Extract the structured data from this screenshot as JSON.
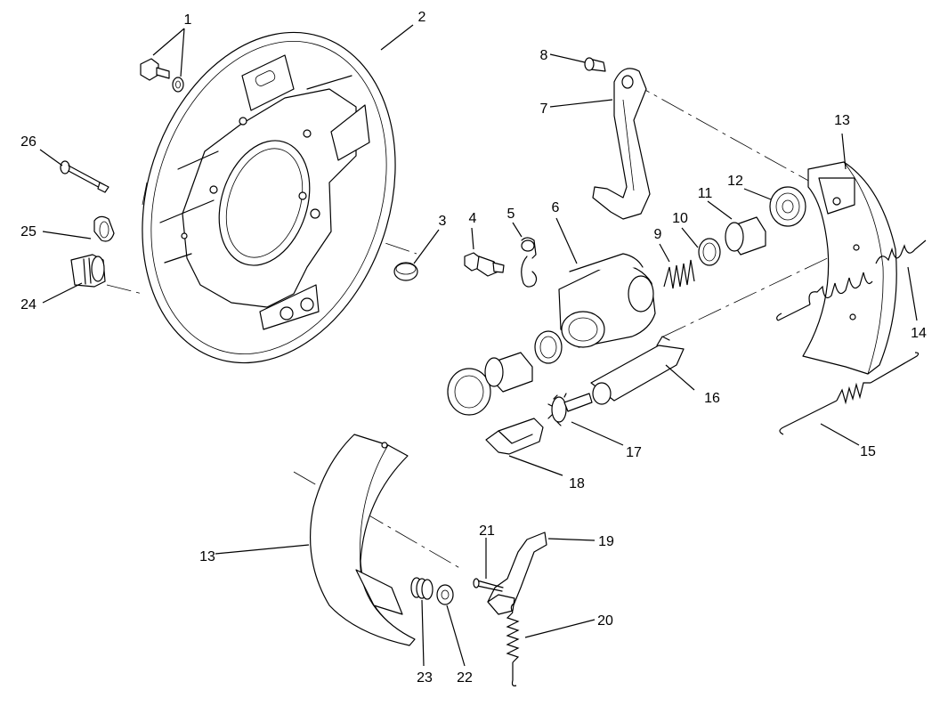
{
  "diagram": {
    "callouts": [
      "1",
      "2",
      "3",
      "4",
      "5",
      "6",
      "7",
      "8",
      "9",
      "10",
      "11",
      "12",
      "13",
      "14",
      "15",
      "16",
      "17",
      "18",
      "19",
      "20",
      "21",
      "22",
      "23",
      "24",
      "25",
      "26",
      "13"
    ]
  }
}
